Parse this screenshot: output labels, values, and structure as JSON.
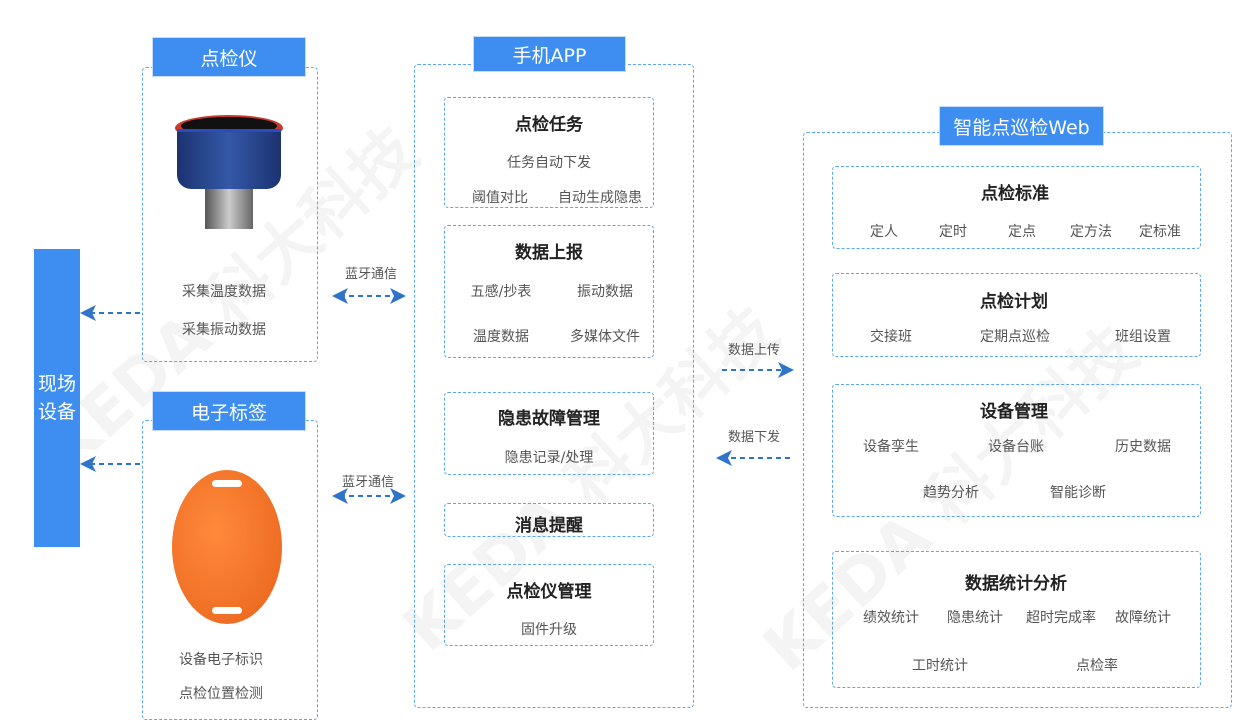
{
  "watermark": "KEDA 科大科技",
  "field_device": {
    "label": "现场设备"
  },
  "inspector": {
    "title": "点检仪",
    "items": [
      "采集温度数据",
      "采集振动数据"
    ]
  },
  "tag": {
    "title": "电子标签",
    "items": [
      "设备电子标识",
      "点检位置检测"
    ]
  },
  "links": {
    "bluetooth_top": "蓝牙通信",
    "bluetooth_bottom": "蓝牙通信",
    "upload": "数据上传",
    "download": "数据下发"
  },
  "app": {
    "title": "手机APP",
    "sections": [
      {
        "title": "点检任务",
        "items": [
          "任务自动下发",
          "阈值对比",
          "自动生成隐患"
        ]
      },
      {
        "title": "数据上报",
        "items": [
          "五感/抄表",
          "振动数据",
          "温度数据",
          "多媒体文件"
        ]
      },
      {
        "title": "隐患故障管理",
        "items": [
          "隐患记录/处理"
        ]
      },
      {
        "title": "消息提醒",
        "items": []
      },
      {
        "title": "点检仪管理",
        "items": [
          "固件升级"
        ]
      }
    ]
  },
  "web": {
    "title": "智能点巡检Web",
    "sections": [
      {
        "title": "点检标准",
        "items": [
          "定人",
          "定时",
          "定点",
          "定方法",
          "定标准"
        ]
      },
      {
        "title": "点检计划",
        "items": [
          "交接班",
          "定期点巡检",
          "班组设置"
        ]
      },
      {
        "title": "设备管理",
        "items": [
          "设备孪生",
          "设备台账",
          "历史数据",
          "趋势分析",
          "智能诊断"
        ]
      },
      {
        "title": "数据统计分析",
        "items": [
          "绩效统计",
          "隐患统计",
          "超时完成率",
          "故障统计",
          "工时统计",
          "点检率"
        ]
      }
    ]
  },
  "colors": {
    "accent": "#3d8ef0",
    "arrow": "#2f74c8",
    "tag": "#f07020"
  }
}
